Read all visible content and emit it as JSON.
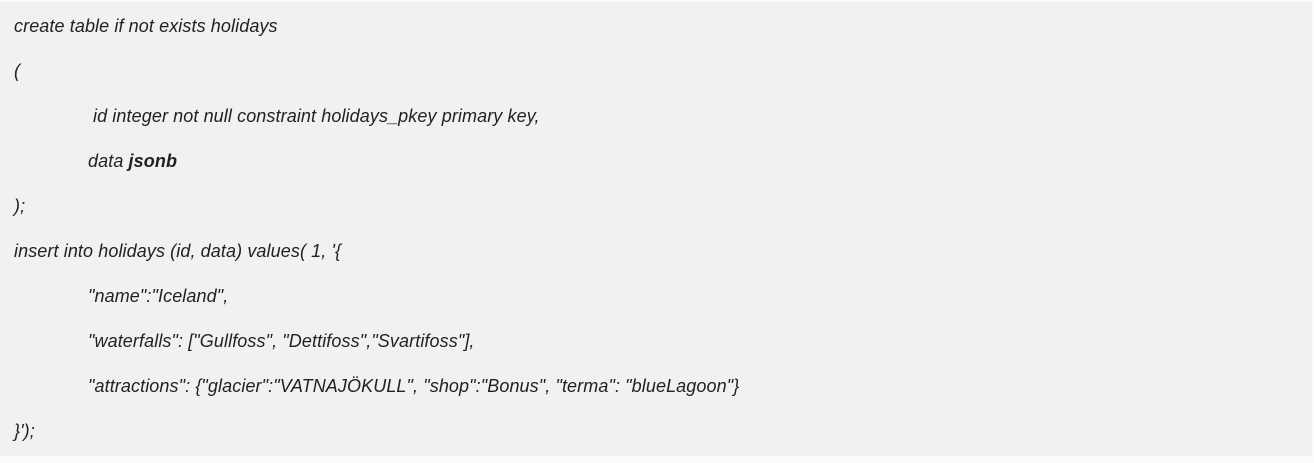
{
  "document": {
    "language": "sql",
    "background_color": "#f1f1ef",
    "text_color": "#222222",
    "code": {
      "lines": [
        {
          "text": "create table if not exists holidays"
        },
        {
          "text": "("
        },
        {
          "text": "id integer not null constraint holidays_pkey primary key,"
        },
        {
          "text": "data ",
          "keyword": "jsonb"
        },
        {
          "text": ");"
        },
        {
          "text": "insert into holidays (id, data) values( 1, '{"
        },
        {
          "text": "\"name\":\"Iceland\","
        },
        {
          "text": "\"waterfalls\": [\"Gullfoss\", \"Dettifoss\",\"Svartifoss\"],"
        },
        {
          "text": "\"attractions\": {\"glacier\":\"VATNAJÖKULL\", \"shop\":\"Bonus\", \"terma\": \"blueLagoon\"}"
        },
        {
          "text": "}');"
        }
      ]
    }
  }
}
